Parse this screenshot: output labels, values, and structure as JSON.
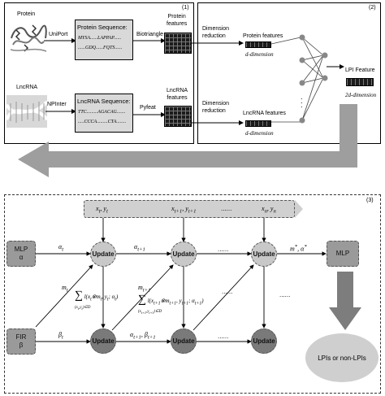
{
  "panel1": {
    "number": "(1)",
    "protein_label": "Protein",
    "uniport": "UniPort",
    "protein_seq_title": "Protein Sequence:",
    "protein_seq_line1": "MYSA......LAPPAP......",
    "protein_seq_line2": "......GDQ......FQTS......",
    "biotriangle": "Biotriangle",
    "protein_features": "Protein\nfeatures",
    "lncrna_label": "LncRNA",
    "npinter": "NPInter",
    "lncrna_seq_title": "LncRNA Sequence:",
    "lncrna_seq_line1": "TTC.........AGACAG.......",
    "lncrna_seq_line2": ".....CCCA.........CTA........",
    "pyfeat": "Pyfeat",
    "lncrna_features": "LncRNA\nfeatures"
  },
  "panel2": {
    "number": "(2)",
    "dim_reduction_top": "Dimension\nreduction",
    "protein_features": "Protein features",
    "d_dim_top": "d-dimension",
    "dim_reduction_bottom": "Dimension\nreduction",
    "lncrna_features": "LncRNA features",
    "d_dim_bottom": "d-dimension",
    "lpi_feature": "LPI Feature",
    "two_d_dim": "2d-dimension",
    "dots": "."
  },
  "panel3": {
    "number": "(3)",
    "data_t": "x_t, y_t",
    "data_t1": "x_{t+1}, y_{t+1}",
    "data_dots": "......",
    "data_n": "x_n, y_n",
    "mlp_alpha": [
      "MLP",
      "α"
    ],
    "fir_beta": [
      "FIR",
      "β"
    ],
    "update": "Update",
    "alpha_t": "α_t",
    "alpha_t1": "α_{t+1}",
    "alpha_beta_t1": "α_{t+1}, β_{t+1}",
    "beta_t": "β_t",
    "m_t": "m_t",
    "m_t1": "m_{t+1}",
    "dots": "......",
    "m_star": "m*, α*",
    "mlp": "MLP",
    "output": "LPIs or non-LPIs"
  }
}
